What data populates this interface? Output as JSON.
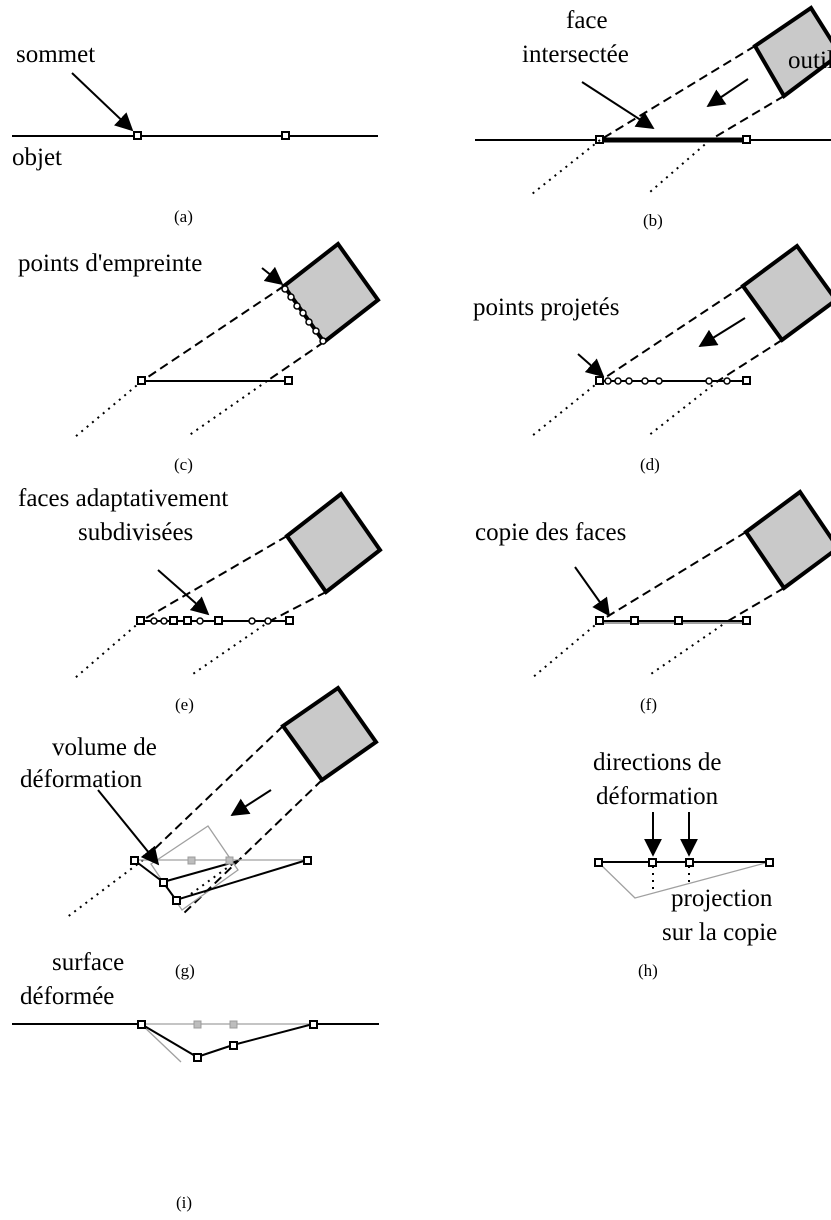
{
  "panels": {
    "a": {
      "caption": "(a)",
      "labels": {
        "vertex": "sommet",
        "object": "objet"
      }
    },
    "b": {
      "caption": "(b)",
      "labels": {
        "face_line1": "face",
        "face_line2": "intersectée",
        "tool": "outil"
      }
    },
    "c": {
      "caption": "(c)",
      "labels": {
        "imprint_points": "points d'empreinte"
      }
    },
    "d": {
      "caption": "(d)",
      "labels": {
        "projected_points": "points projetés"
      }
    },
    "e": {
      "caption": "(e)",
      "labels": {
        "line1": "faces adaptativement",
        "line2": "subdivisées"
      }
    },
    "f": {
      "caption": "(f)",
      "labels": {
        "copy_faces": "copie des faces"
      }
    },
    "g": {
      "caption": "(g)",
      "labels": {
        "line1": "volume de",
        "line2": "déformation"
      }
    },
    "h": {
      "caption": "(h)",
      "labels": {
        "dir_line1": "directions de",
        "dir_line2": "déformation",
        "proj_line1": "projection",
        "proj_line2": "sur la copie"
      }
    },
    "i": {
      "caption": "(i)",
      "labels": {
        "line1": "surface",
        "line2": "déformée"
      }
    }
  },
  "colors": {
    "tool_fill": "#c9c9c9",
    "copy_line": "#a0a0a0",
    "background": "#ffffff"
  }
}
